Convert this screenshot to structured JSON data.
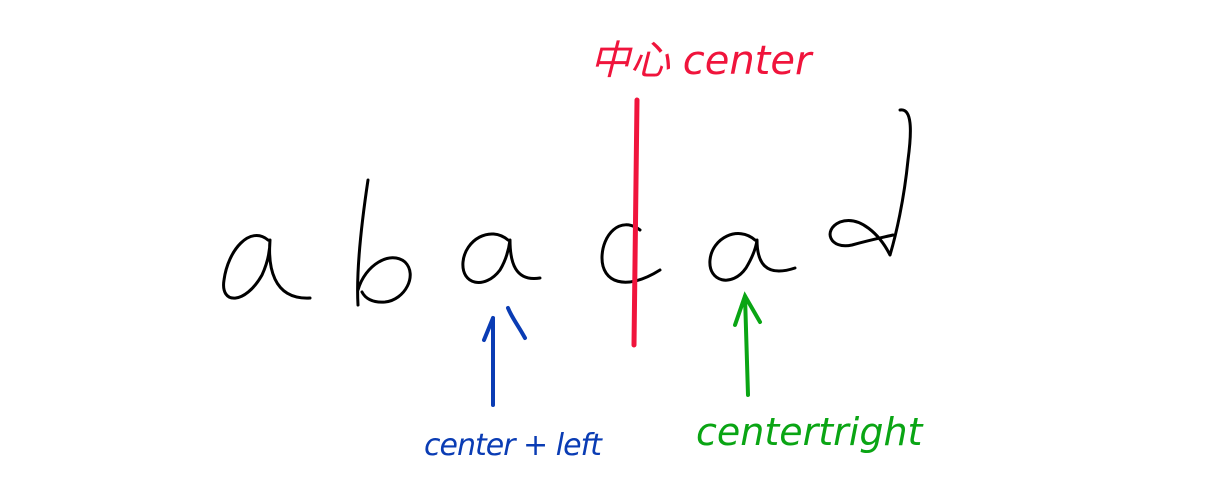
{
  "letters": [
    "a",
    "b",
    "a",
    "c",
    "a",
    "d"
  ],
  "labels": {
    "center": "中心 center",
    "center_left": "center + left",
    "center_right": "centertright"
  },
  "colors": {
    "letters": "#000000",
    "center": "#f0143c",
    "center_left": "#0a3cb4",
    "center_right": "#0aa514"
  }
}
